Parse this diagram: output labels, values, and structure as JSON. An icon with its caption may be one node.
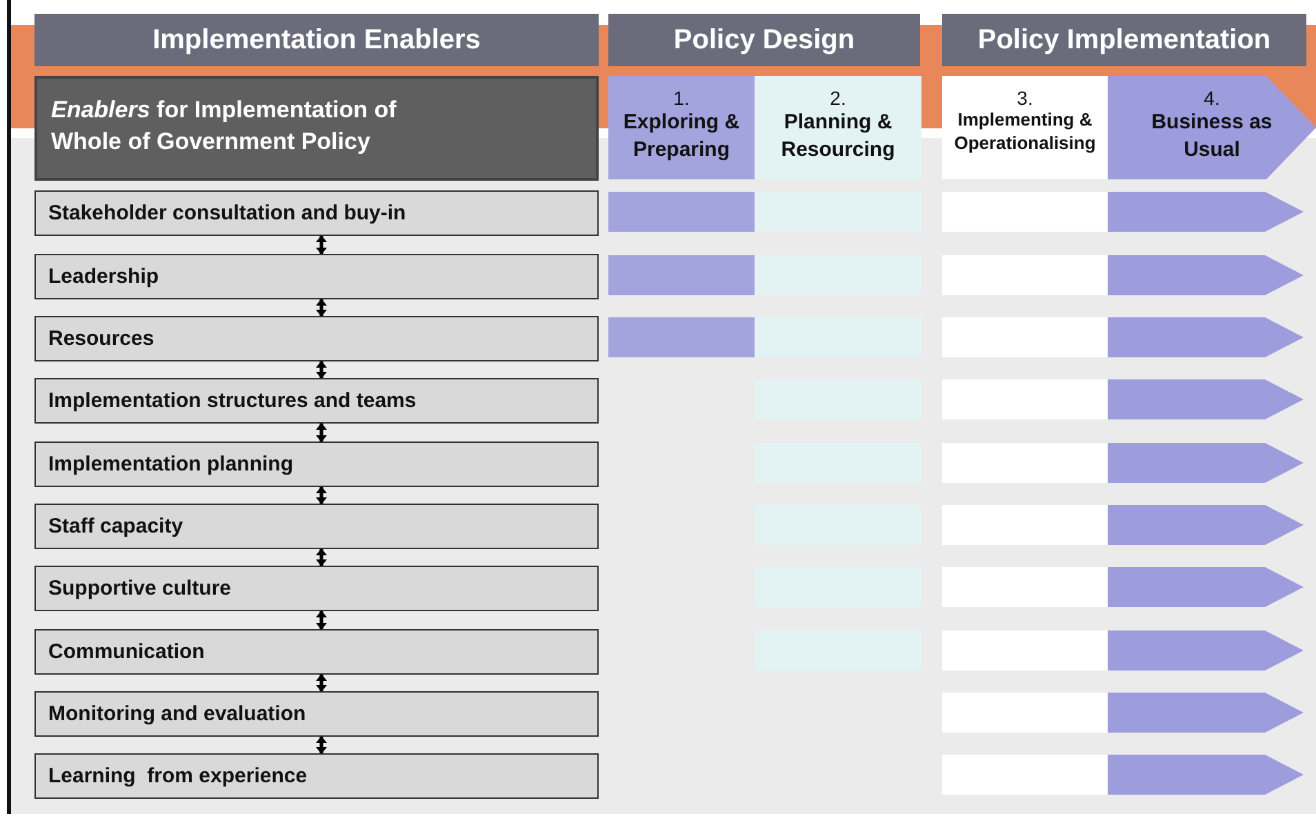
{
  "diagram": {
    "nodes": [
      {
        "text": [
          "Implementation Enablers"
        ]
      },
      {
        "text": [
          "Policy Design"
        ]
      },
      {
        "text": [
          "Policy Implementation"
        ]
      },
      {
        "text": [
          "*Enablers* for Implementation of Whole of Government Policy"
        ]
      },
      {
        "text": [
          "1.",
          "Exploring & Preparing"
        ]
      },
      {
        "text": [
          "2.",
          "Planning & Resourcing"
        ]
      },
      {
        "text": [
          "3.",
          "Implementing & Operationalising"
        ]
      },
      {
        "text": [
          "4.",
          "Business as Usual"
        ]
      },
      {
        "text": [
          "Stakeholder consultation and buy-in"
        ]
      },
      {
        "text": [
          "Leadership"
        ]
      },
      {
        "text": [
          "Resources"
        ]
      },
      {
        "text": [
          "Implementation structures and teams"
        ]
      },
      {
        "text": [
          "Implementation planning"
        ]
      },
      {
        "text": [
          "Staff capacity"
        ]
      },
      {
        "text": [
          "Supportive culture"
        ]
      },
      {
        "text": [
          "Communication"
        ]
      },
      {
        "text": [
          "Monitoring and evaluation"
        ]
      },
      {
        "text": [
          "Learning  from experience"
        ]
      },
      {
        "text": [],
        "shape": "bar"
      },
      {
        "text": [],
        "shape": "bar"
      },
      {
        "text": [],
        "shape": "bar"
      },
      {
        "text": [],
        "shape": "arrow"
      },
      {
        "text": [],
        "shape": "bar"
      },
      {
        "text": [],
        "shape": "bar"
      },
      {
        "text": [],
        "shape": "bar"
      },
      {
        "text": [],
        "shape": "arrow"
      },
      {
        "text": [],
        "shape": "bar"
      },
      {
        "text": [],
        "shape": "bar"
      },
      {
        "text": [],
        "shape": "bar"
      },
      {
        "text": [],
        "shape": "arrow"
      },
      {
        "text": [],
        "shape": "bar"
      },
      {
        "text": [],
        "shape": "bar"
      },
      {
        "text": [],
        "shape": "arrow"
      },
      {
        "text": [],
        "shape": "bar"
      },
      {
        "text": [],
        "shape": "bar"
      },
      {
        "text": [],
        "shape": "arrow"
      },
      {
        "text": [],
        "shape": "bar"
      },
      {
        "text": [],
        "shape": "bar"
      },
      {
        "text": [],
        "shape": "arrow"
      },
      {
        "text": [],
        "shape": "bar"
      },
      {
        "text": [],
        "shape": "bar"
      },
      {
        "text": [],
        "shape": "arrow"
      },
      {
        "text": [],
        "shape": "bar"
      },
      {
        "text": [],
        "shape": "bar"
      },
      {
        "text": [],
        "shape": "arrow"
      },
      {
        "text": [],
        "shape": "bar"
      },
      {
        "text": [],
        "shape": "arrow"
      },
      {
        "text": [],
        "shape": "bar"
      },
      {
        "text": [],
        "shape": "arrow"
      }
    ],
    "edges": [
      {
        "from": 8,
        "to": 9,
        "arrow": "both"
      },
      {
        "from": 9,
        "to": 10,
        "arrow": "both"
      },
      {
        "from": 10,
        "to": 11,
        "arrow": "both"
      },
      {
        "from": 11,
        "to": 12,
        "arrow": "both"
      },
      {
        "from": 12,
        "to": 13,
        "arrow": "both"
      },
      {
        "from": 13,
        "to": 14,
        "arrow": "both"
      },
      {
        "from": 14,
        "to": 15,
        "arrow": "both"
      },
      {
        "from": 15,
        "to": 16,
        "arrow": "both"
      },
      {
        "from": 16,
        "to": 17,
        "arrow": "both"
      }
    ]
  }
}
